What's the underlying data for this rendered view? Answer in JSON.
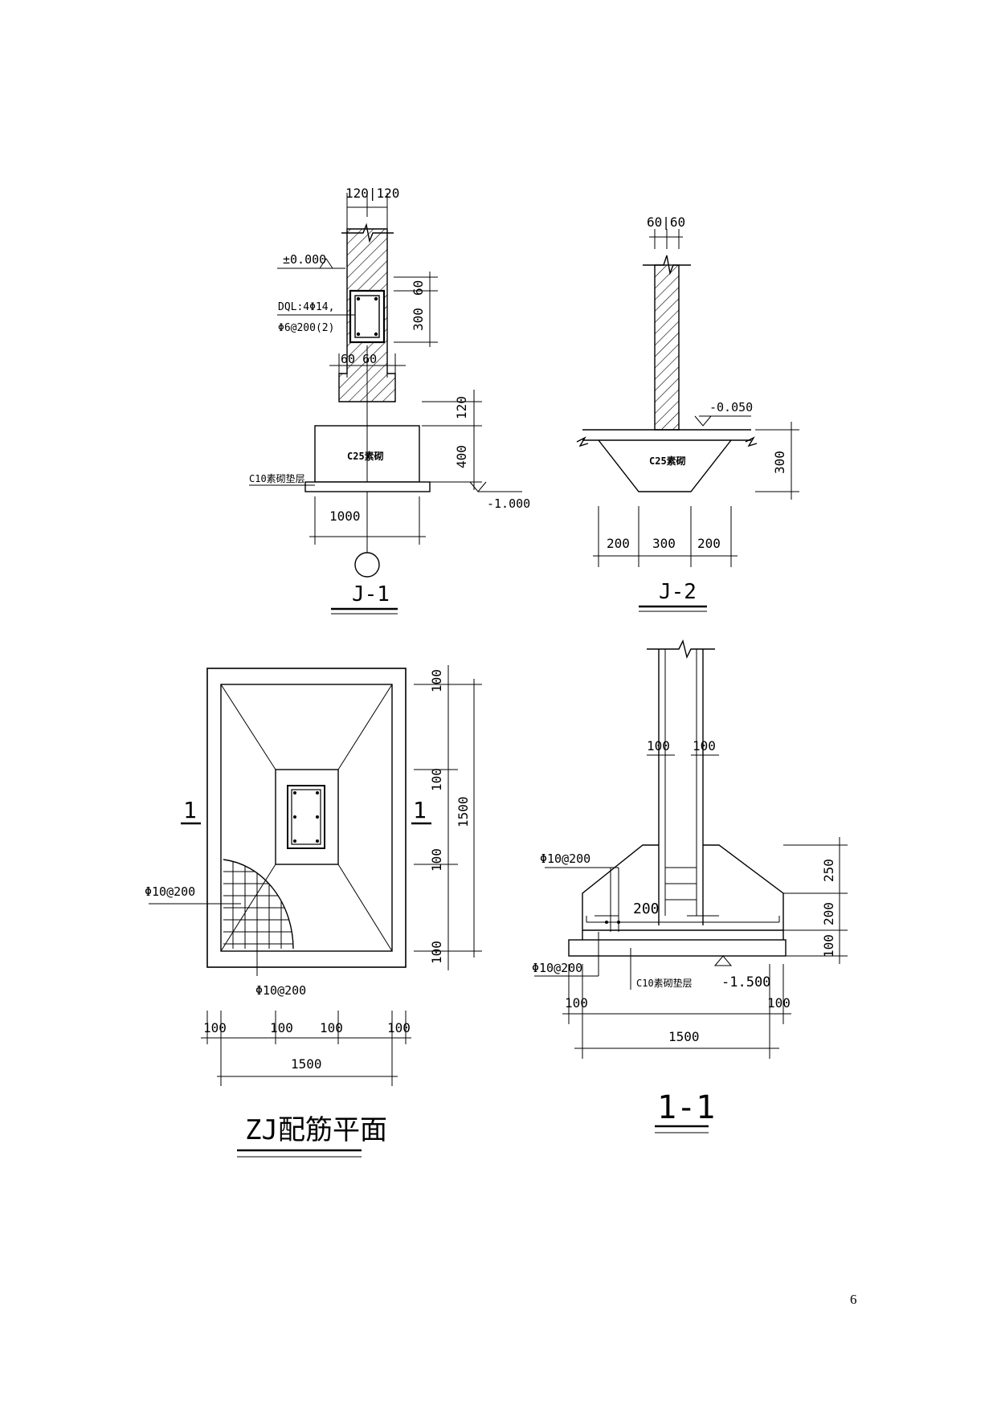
{
  "j1": {
    "dim_top": "120|120",
    "level_zero": "±0.000",
    "beam_line1": "DQL:4Φ14,",
    "beam_line2": "Φ6@200(2)",
    "dim_60": "60",
    "dim_300": "300",
    "dim_offsets": "60   60",
    "dim_120": "120",
    "dim_400": "400",
    "material_c25": "C25素砌",
    "material_c10": "C10素砌垫层",
    "level_bottom": "-1.000",
    "dim_width": "1000",
    "title": "J-1"
  },
  "j2": {
    "dim_top": "60|60",
    "level": "-0.050",
    "material_c25": "C25素砌",
    "dim_300": "300",
    "dims_bottom": [
      "200",
      "300",
      "200"
    ],
    "title": "J-2"
  },
  "zj": {
    "section_mark_left": "1",
    "section_mark_right": "1",
    "rebar_left": "Φ10@200",
    "rebar_bottom": "Φ10@200",
    "dims_right": [
      "100",
      "100",
      "100",
      "100"
    ],
    "dim_total_right": "1500",
    "dims_bottom": [
      "100",
      "100",
      "100",
      "100"
    ],
    "dim_total_bottom": "1500",
    "title": "ZJ配筋平面"
  },
  "s11": {
    "dims_top": [
      "100",
      "100"
    ],
    "rebar_top": "Φ10@200",
    "dim_200_inner": "200",
    "dims_right": [
      "250",
      "200",
      "100"
    ],
    "rebar_bottom": "Φ10@200",
    "material_c10": "C10素砌垫层",
    "level": "-1.500",
    "dims_bottom": [
      "100",
      "100"
    ],
    "dim_total": "1500",
    "title": "1-1"
  },
  "page_number": "6"
}
